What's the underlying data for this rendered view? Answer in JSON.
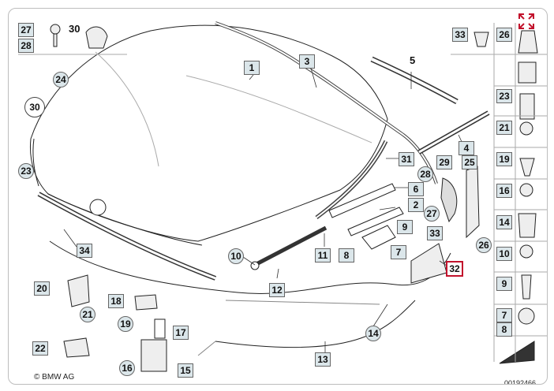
{
  "diagram": {
    "copyright": "© BMW AG",
    "image_number": "00192466",
    "callouts": {
      "c1": "1",
      "c2": "2",
      "c3": "3",
      "c4": "4",
      "c5": "5",
      "c6": "6",
      "c7a": "7",
      "c7b": "7",
      "c8a": "8",
      "c8b": "8",
      "c9a": "9",
      "c9b": "9",
      "c10a": "10",
      "c10b": "10",
      "c11": "11",
      "c12": "12",
      "c13": "13",
      "c14a": "14",
      "c14b": "14",
      "c15": "15",
      "c16a": "16",
      "c16b": "16",
      "c17": "17",
      "c18": "18",
      "c19a": "19",
      "c19b": "19",
      "c20": "20",
      "c21a": "21",
      "c21b": "21",
      "c22": "22",
      "c23a": "23",
      "c23b": "23",
      "c24": "24",
      "c25": "25",
      "c26a": "26",
      "c26b": "26",
      "c27a": "27",
      "c27b": "27",
      "c28a": "28",
      "c28b": "28",
      "c29": "29",
      "c30a": "30",
      "c30b": "30",
      "c31": "31",
      "c32": "32",
      "c33a": "33",
      "c33b": "33",
      "c34": "34"
    }
  },
  "colors": {
    "callout_fill": "#dbe6ea",
    "highlight": "#c2122c",
    "line": "#222222"
  },
  "icons": {
    "expand": "expand-icon"
  }
}
